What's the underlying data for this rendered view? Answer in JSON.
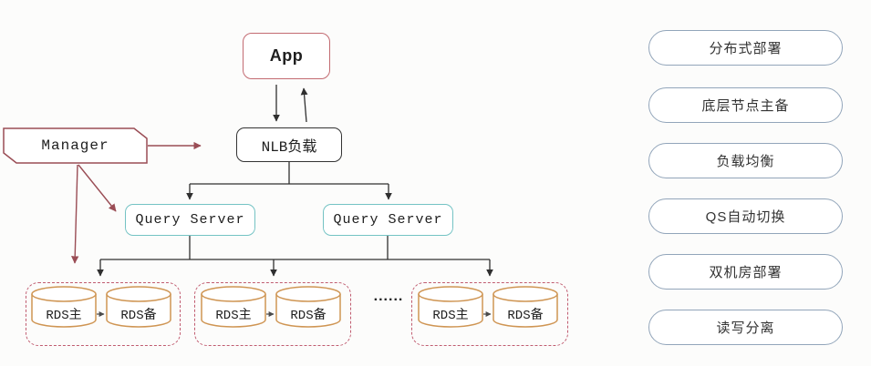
{
  "app": {
    "label": "App"
  },
  "manager": {
    "label": "Manager"
  },
  "nlb": {
    "label": "NLB负载"
  },
  "query_servers": {
    "left": "Query Server",
    "right": "Query Server"
  },
  "rds": {
    "groups": [
      {
        "primary": "RDS主",
        "secondary": "RDS备"
      },
      {
        "primary": "RDS主",
        "secondary": "RDS备"
      },
      {
        "primary": "RDS主",
        "secondary": "RDS备"
      }
    ],
    "ellipsis": "......"
  },
  "features": [
    "分布式部署",
    "底层节点主备",
    "负载均衡",
    "QS自动切换",
    "双机房部署",
    "读写分离"
  ],
  "colors": {
    "app_border": "#c36b72",
    "nlb_border": "#333333",
    "manager_accent": "#9a4d55",
    "query_server_border": "#74c3c4",
    "cylinder_border": "#cf9553",
    "rds_group_border": "#c05c70",
    "pill_border": "#92a5ba",
    "connector": "#2f2f2f"
  }
}
